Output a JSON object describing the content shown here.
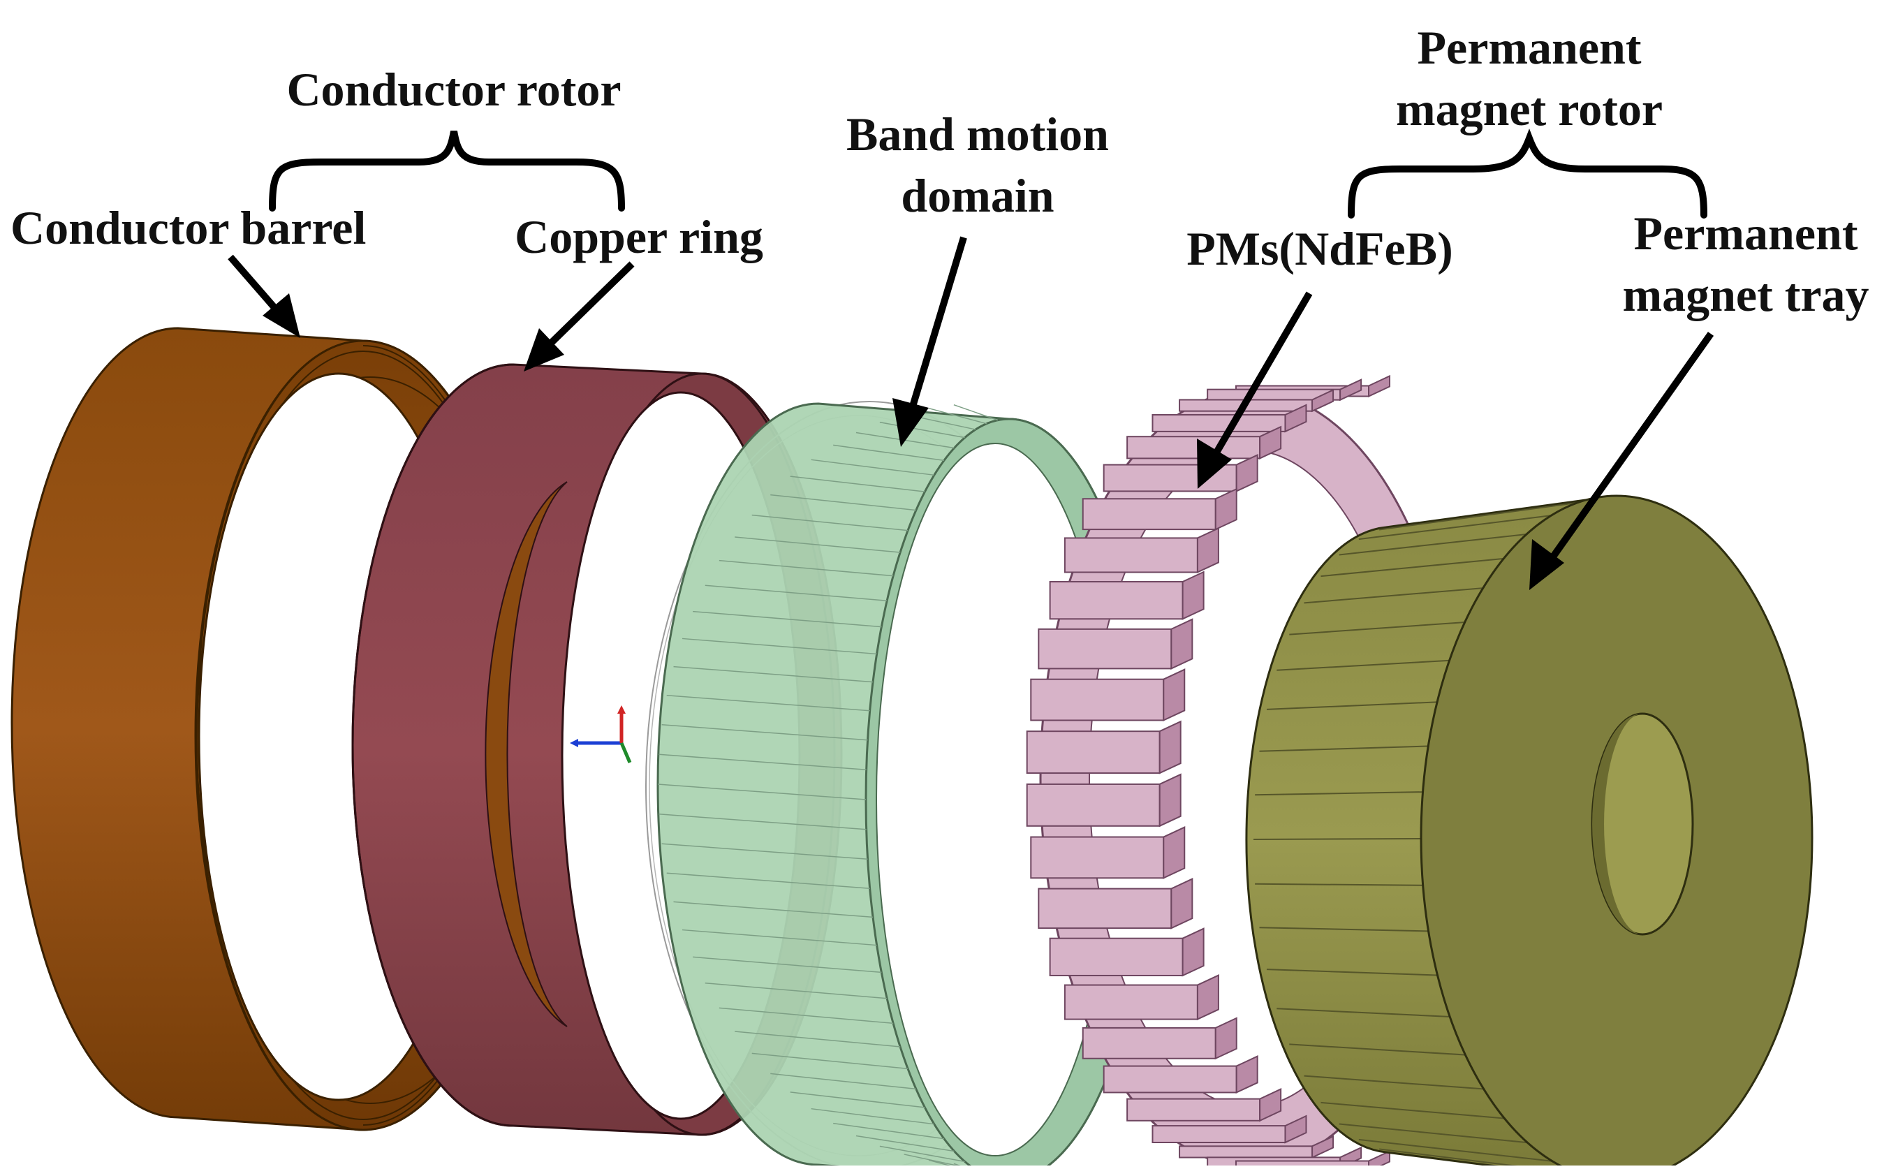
{
  "labels": {
    "conductor_rotor": "Conductor rotor",
    "conductor_barrel": "Conductor barrel",
    "copper_ring": "Copper ring",
    "band_motion_line1": "Band motion",
    "band_motion_line2": "domain",
    "permanent_magnet_rotor_line1": "Permanent",
    "permanent_magnet_rotor_line2": "magnet rotor",
    "pms": "PMs(NdFeB)",
    "permanent_magnet_tray_line1": "Permanent",
    "permanent_magnet_tray_line2": "magnet tray"
  },
  "colors": {
    "conductor_barrel": "#8c4a0c",
    "copper_ring": "#8a4249",
    "band_motion_domain": "#a9d1b0",
    "pms_ndfeb": "#cfa3be",
    "permanent_magnet_tray": "#7f7f3e",
    "annotation": "#000000"
  }
}
